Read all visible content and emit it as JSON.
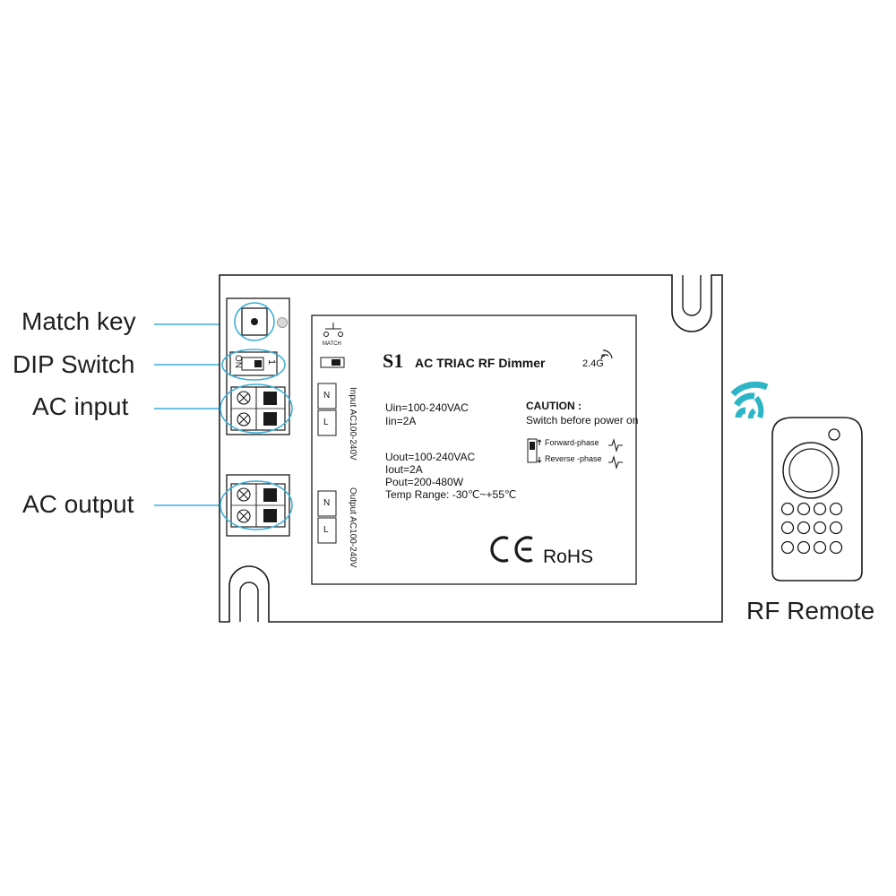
{
  "callouts": {
    "match_key": "Match key",
    "dip_switch": "DIP Switch",
    "ac_input": "AC input",
    "ac_output": "AC output",
    "rf_remote": "RF Remote"
  },
  "label_plate": {
    "model": "S1",
    "product_name": "AC TRIAC RF Dimmer",
    "frequency": "2.4G",
    "match_caption": "MATCH",
    "input_specs": [
      "Uin=100-240VAC",
      "Iin=2A"
    ],
    "output_specs": [
      "Uout=100-240VAC",
      "Iout=2A",
      "Pout=200-480W",
      "Temp Range: -30℃~+55℃"
    ],
    "caution_title": "CAUTION :",
    "caution_text": "Switch before power on",
    "forward_phase": "Forward-phase",
    "reverse_phase": "Reverse -phase",
    "input_side_label": "Input AC100-240V",
    "output_side_label": "Output AC100-240V",
    "terminal_n": "N",
    "terminal_l": "L",
    "certifications": {
      "ce": "CE",
      "rohs": "RoHS"
    }
  },
  "dip_switch": {
    "on_label": "ON",
    "position_label": "1"
  },
  "colors": {
    "accent": "#3aaed8",
    "wifi_waves": "#2bb5c6",
    "outline": "#1a1a1a",
    "text": "#1f1f1f"
  },
  "icons": [
    "push-button-icon",
    "led-indicator-icon",
    "wireless-signal-icon",
    "phase-waveform-icon",
    "ce-mark-icon",
    "remote-control-icon"
  ]
}
